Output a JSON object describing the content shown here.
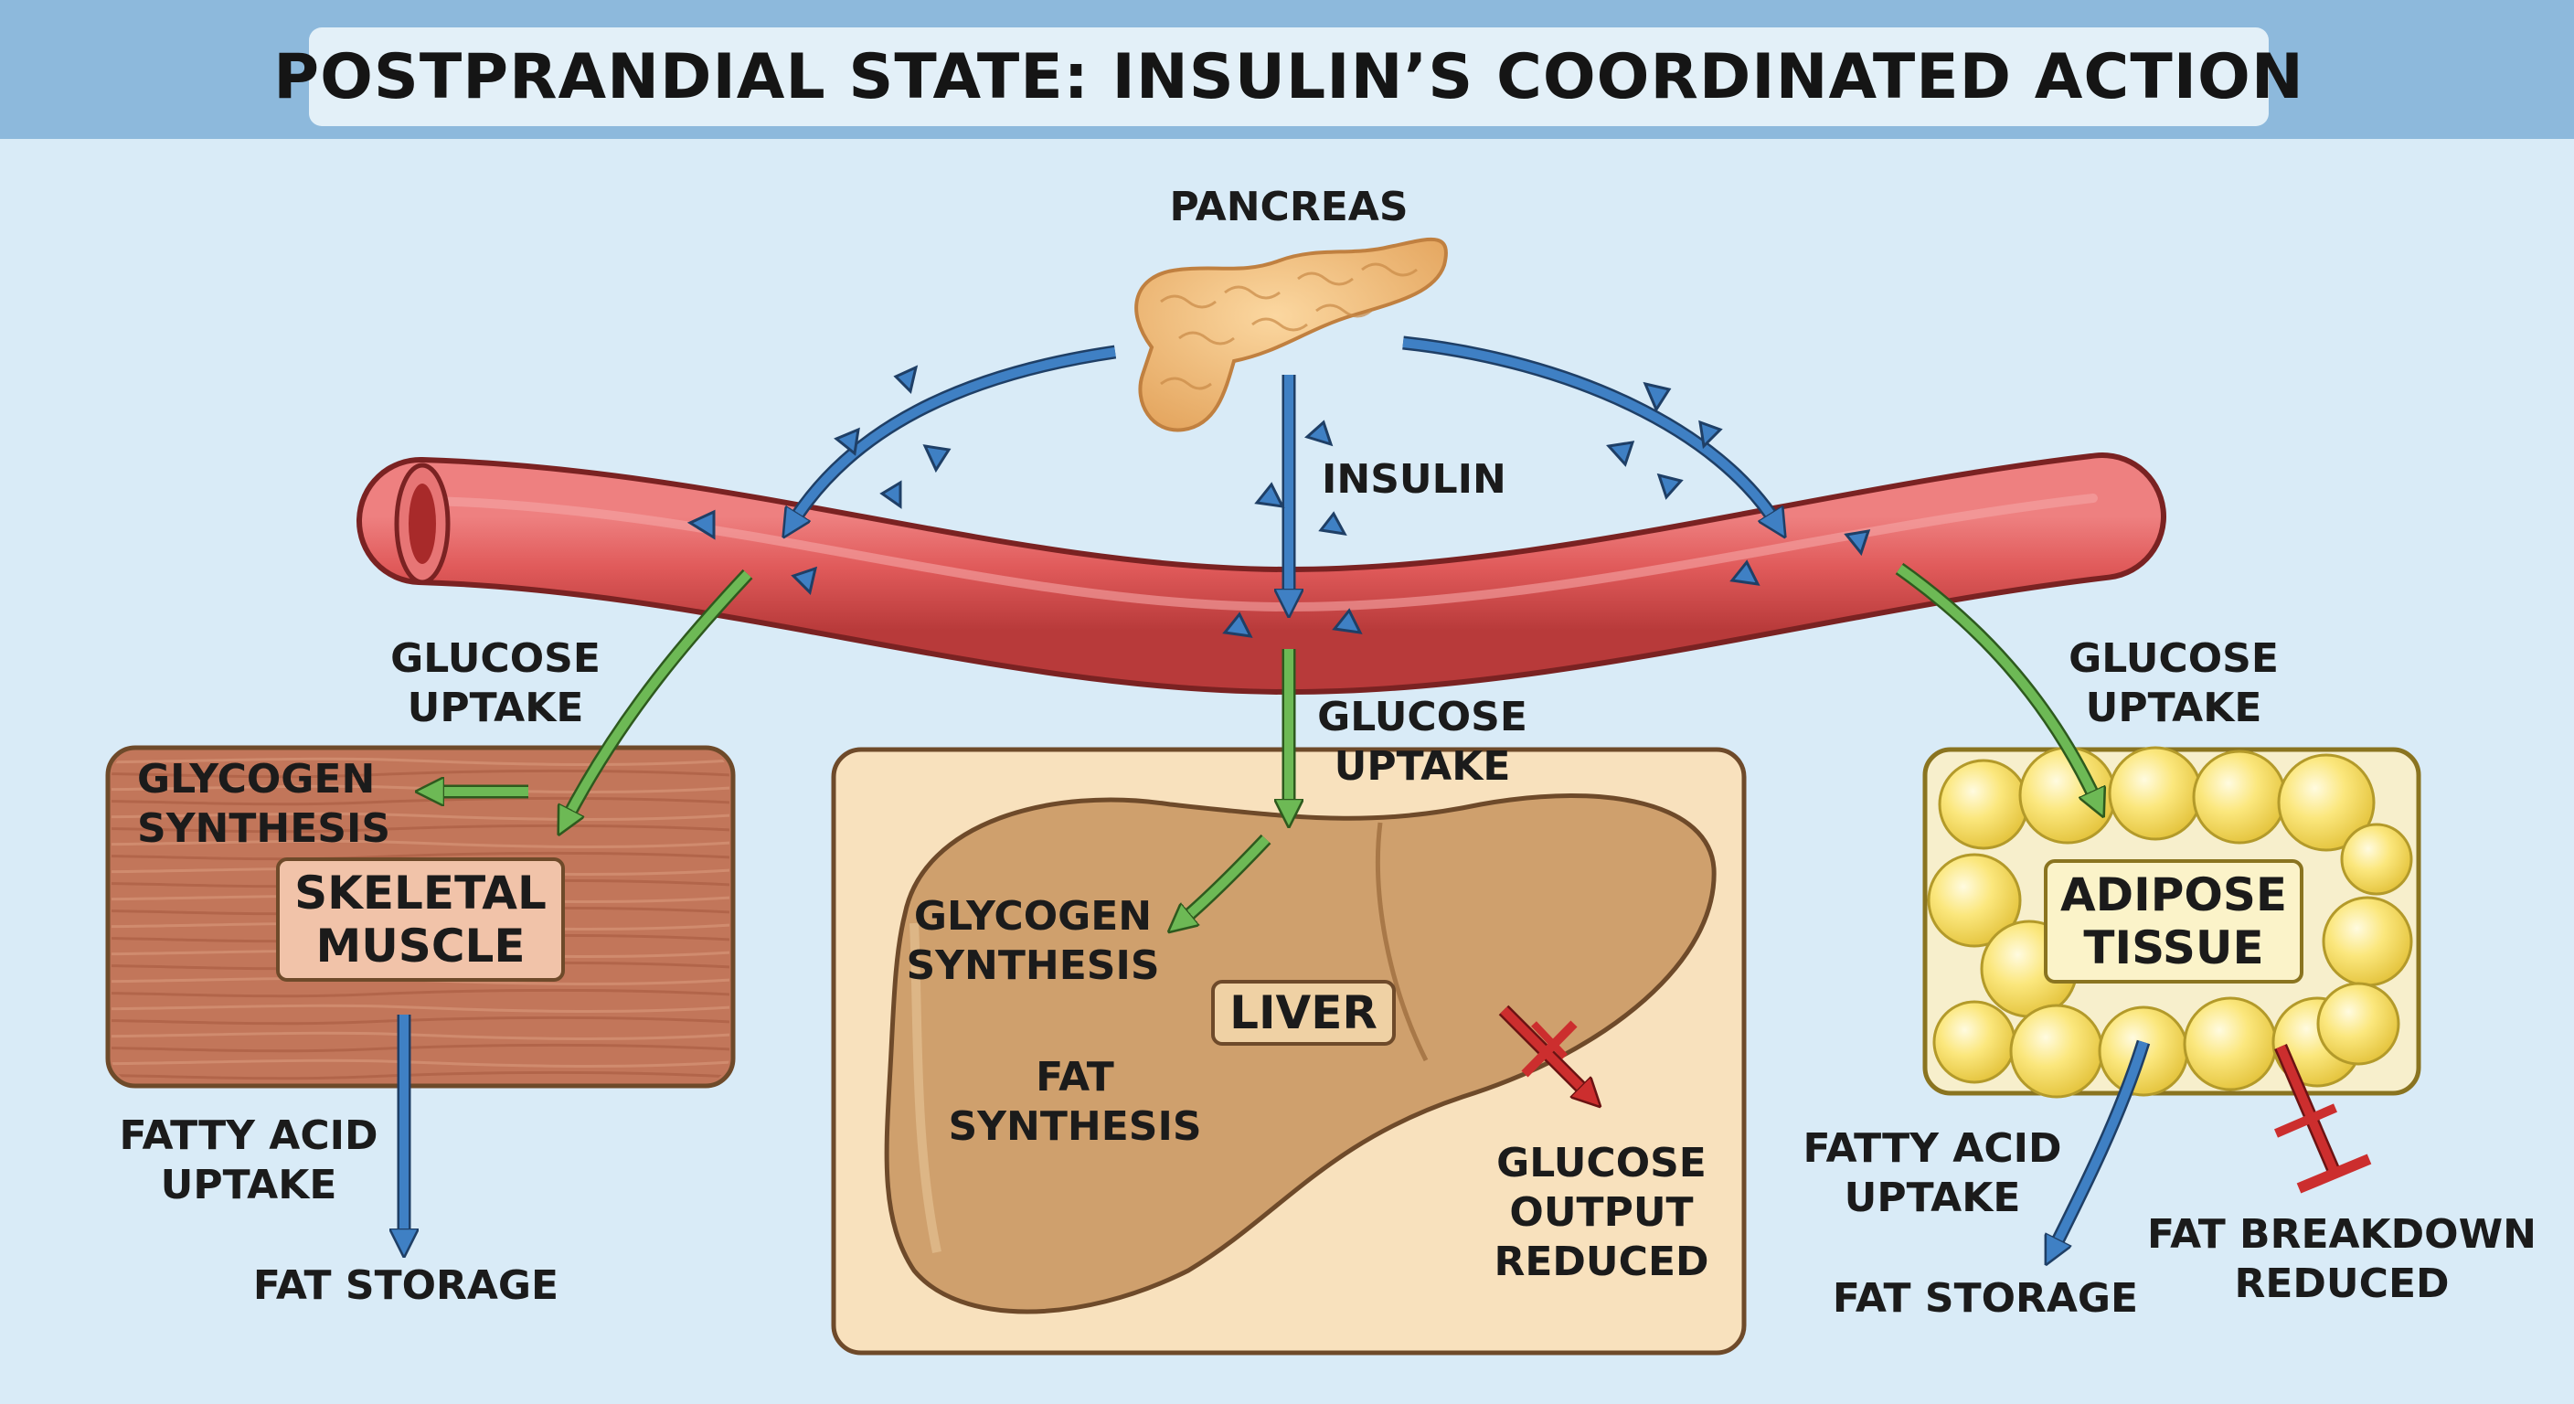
{
  "title": "POSTPRANDIAL STATE: INSULIN’S COORDINATED ACTION",
  "colors": {
    "background": "#d9ebf7",
    "header_band": "#8db9dc",
    "blood_vessel": "#e05a5a",
    "insulin_arrow": "#3f80c4",
    "glucose_arrow": "#6db955",
    "inhibition": "#cc2e2e",
    "muscle": "#c2765a",
    "liver": "#cfa06d",
    "adipose_panel": "#f7efcc"
  },
  "labels": {
    "pancreas": "PANCREAS",
    "insulin": "INSULIN",
    "left_glucose_uptake": "GLUCOSE\nUPTAKE",
    "center_glucose_uptake": "GLUCOSE\nUPTAKE",
    "right_glucose_uptake": "GLUCOSE\nUPTAKE",
    "muscle_glycogen": "GLYCOGEN\nSYNTHESIS",
    "skeletal_muscle": "SKELETAL\nMUSCLE",
    "muscle_fatty_acid": "FATTY ACID\nUPTAKE",
    "muscle_fat_storage": "FAT STORAGE",
    "liver_glycogen": "GLYCOGEN\nSYNTHESIS",
    "liver": "LIVER",
    "fat_synthesis": "FAT\nSYNTHESIS",
    "glucose_output": "GLUCOSE\nOUTPUT\nREDUCED",
    "adipose_tissue": "ADIPOSE\nTISSUE",
    "adipose_fatty_acid": "FATTY ACID\nUPTAKE",
    "adipose_fat_storage": "FAT STORAGE",
    "fat_breakdown": "FAT BREAKDOWN\nREDUCED"
  }
}
